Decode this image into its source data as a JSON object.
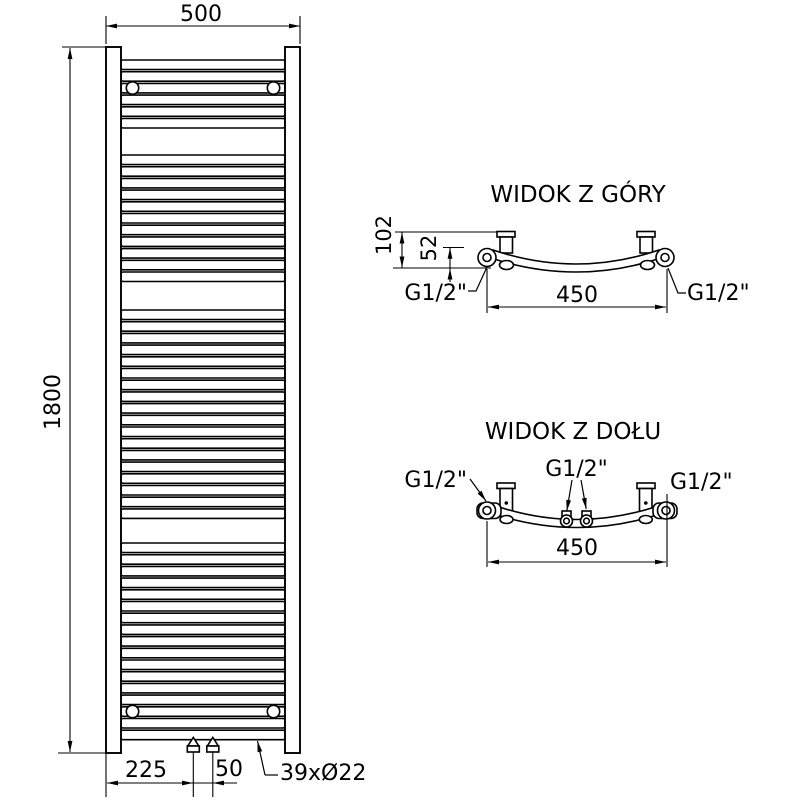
{
  "drawing": {
    "background_color": "#ffffff",
    "line_color": "#000000",
    "front_view": {
      "width_label": "500",
      "height_label": "1800",
      "bottom_offset_label": "225",
      "valve_spacing_label": "50",
      "tube_spec_label": "39xØ22",
      "tube_groups": [
        6,
        11,
        18,
        17
      ]
    },
    "top_view": {
      "title": "WIDOK Z GÓRY",
      "depth_label": "102",
      "pipe_depth_label": "52",
      "connection_spacing_label": "450",
      "thread_label_left": "G1/2\"",
      "thread_label_right": "G1/2\""
    },
    "bottom_view": {
      "title": "WIDOK Z DOŁU",
      "connection_spacing_label": "450",
      "thread_label_left": "G1/2\"",
      "thread_label_center": "G1/2\"",
      "thread_label_right": "G1/2\""
    }
  }
}
